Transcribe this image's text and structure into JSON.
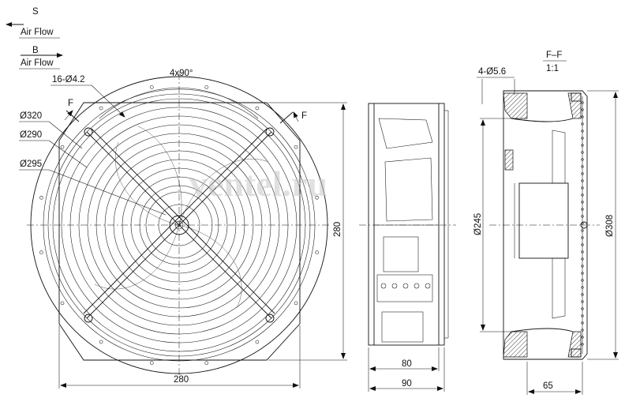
{
  "legend": {
    "s_letter": "S",
    "s_caption": "Air Flow",
    "b_letter": "B",
    "b_caption": "Air Flow"
  },
  "front_view": {
    "hole_pattern": "4x90°",
    "mounting_holes": "16-Ø4.2",
    "dia_320": "Ø320",
    "dia_290": "Ø290",
    "dia_295": "Ø295",
    "section_mark_left": "F",
    "section_mark_right": "F",
    "width": "280",
    "height": "280"
  },
  "side_view": {
    "depth_80": "80",
    "depth_90": "90"
  },
  "section_view": {
    "title": "F–F",
    "scale": "1:1",
    "holes": "4-Ø5.6",
    "dia_245": "Ø245",
    "dia_308": "Ø308",
    "depth_65": "65"
  },
  "watermark": "ventel.ru"
}
